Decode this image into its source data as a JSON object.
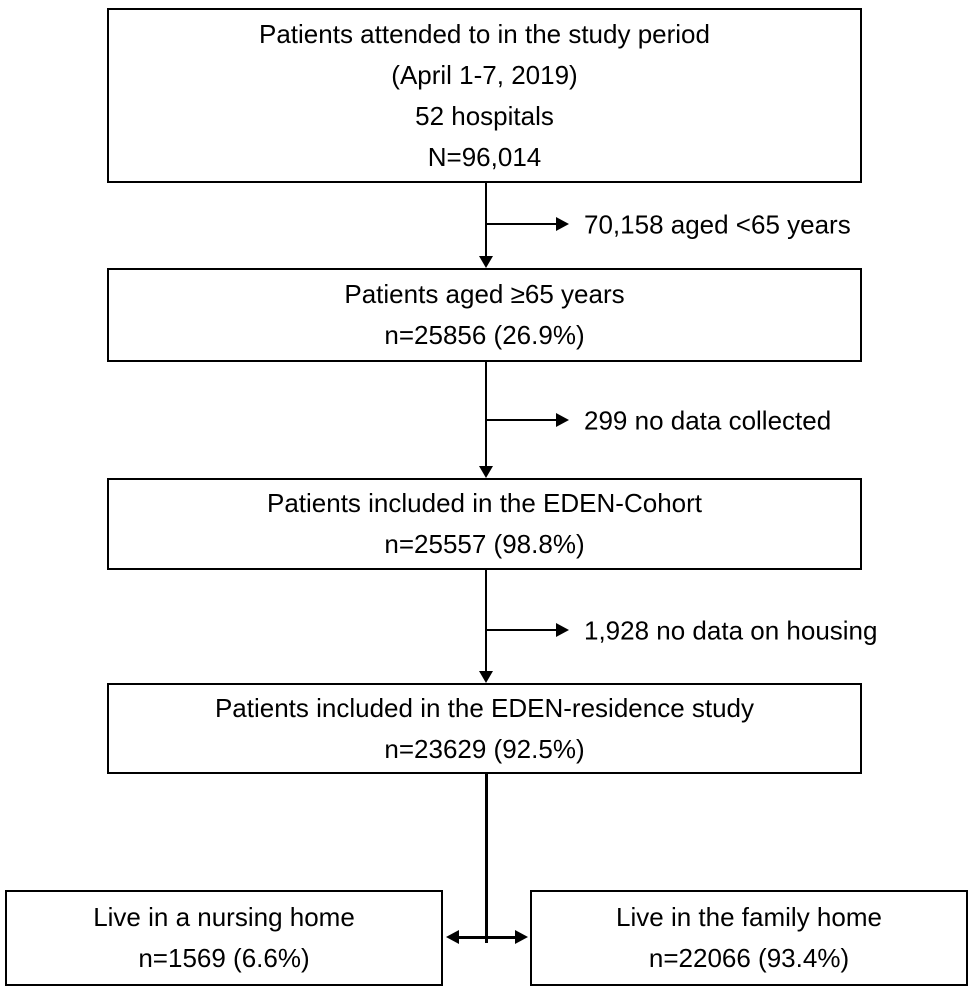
{
  "diagram": {
    "type": "patient-flow-diagram",
    "boxes": {
      "study_period": {
        "line1": "Patients attended to in the study period",
        "line2": "(April 1-7, 2019)",
        "line3": "52 hospitals",
        "line4": "N=96,014"
      },
      "aged_65": {
        "line1": "Patients aged ≥65 years",
        "line2": "n=25856 (26.9%)"
      },
      "eden_cohort": {
        "line1": "Patients included in the EDEN-Cohort",
        "line2": "n=25557 (98.8%)"
      },
      "eden_residence": {
        "line1": "Patients included in the EDEN-residence study",
        "line2": "n=23629 (92.5%)"
      },
      "nursing_home": {
        "line1": "Live in a nursing home",
        "line2": "n=1569 (6.6%)"
      },
      "family_home": {
        "line1": "Live in the family home",
        "line2": "n=22066 (93.4%)"
      }
    },
    "exclusions": {
      "aged_under_65": "70,158 aged <65 years",
      "no_data_collected": "299 no data collected",
      "no_data_on_housing": "1,928 no data on housing"
    }
  },
  "colors": {
    "ink": "#000000",
    "paper": "#ffffff"
  }
}
